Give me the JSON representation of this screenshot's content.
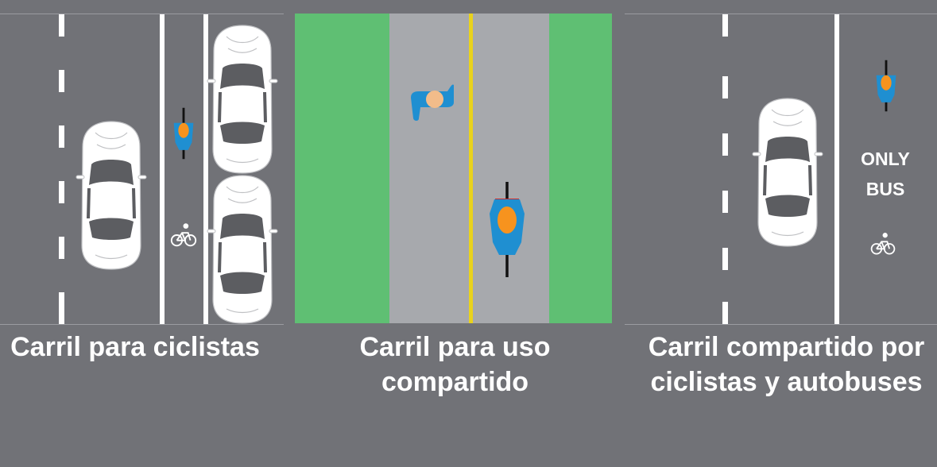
{
  "panels": [
    {
      "caption": "Carril para ciclistas"
    },
    {
      "caption": "Carril para uso compartido"
    },
    {
      "caption": "Carril compartido por ciclistas y autobuses",
      "lane_marking_line1": "ONLY",
      "lane_marking_line2": "BUS"
    }
  ],
  "icons": {
    "bike_lane_symbol": "bicycle-icon",
    "bus_lane_bike_symbol": "bicycle-icon"
  },
  "colors": {
    "road": "#717277",
    "shared_path": "#a7a9ad",
    "grass": "#5fbf73",
    "center_line": "#e9d21c",
    "lane_line": "#ffffff",
    "cyclist_body": "#1f8fd1",
    "cyclist_head": "#f7931e",
    "pedestrian_head": "#f2bc8a"
  }
}
